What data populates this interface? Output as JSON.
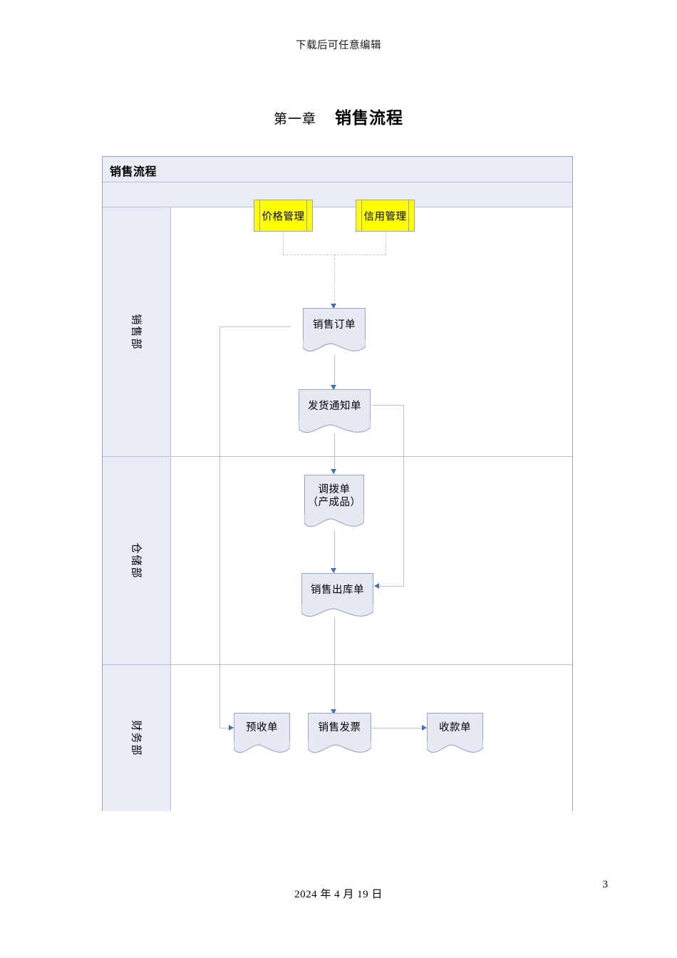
{
  "page": {
    "header_note": "下载后可任意编辑",
    "chapter_number": "第一章",
    "chapter_title": "销售流程",
    "footer_date": "2024 年 4 月 19 日",
    "page_number": "3"
  },
  "diagram": {
    "title": "销售流程",
    "colors": {
      "lane_header_bg": "#e8ecf6",
      "node_fill": "#e4e9f4",
      "node_border": "#9aa6bd",
      "highlight_fill": "#ffff00",
      "connector": "#b7c0d4",
      "arrow": "#4472a8",
      "table_border": "#9aa3b5"
    },
    "lanes": [
      {
        "label": "销售部"
      },
      {
        "label": "仓储部"
      },
      {
        "label": "财务部"
      }
    ],
    "nodes": [
      {
        "id": "price",
        "label": "价格管理",
        "shape": "predefined-process",
        "lane": "销售部"
      },
      {
        "id": "credit",
        "label": "信用管理",
        "shape": "predefined-process",
        "lane": "销售部"
      },
      {
        "id": "order",
        "label": "销售订单",
        "shape": "document",
        "lane": "销售部"
      },
      {
        "id": "delivery",
        "label": "发货通知单",
        "shape": "document",
        "lane": "销售部"
      },
      {
        "id": "transfer1",
        "label": "调拨单",
        "shape": "document",
        "lane": "仓储部"
      },
      {
        "id": "transfer2",
        "label": "（产成品）",
        "shape": "document",
        "lane": "仓储部"
      },
      {
        "id": "outbound",
        "label": "销售出库单",
        "shape": "document",
        "lane": "仓储部"
      },
      {
        "id": "prepay",
        "label": "预收单",
        "shape": "document",
        "lane": "财务部"
      },
      {
        "id": "invoice",
        "label": "销售发票",
        "shape": "document",
        "lane": "财务部"
      },
      {
        "id": "receipt",
        "label": "收款单",
        "shape": "document",
        "lane": "财务部"
      }
    ],
    "edges": [
      {
        "from": "price",
        "to": "order",
        "style": "dashed"
      },
      {
        "from": "credit",
        "to": "order",
        "style": "dashed"
      },
      {
        "from": "order",
        "to": "delivery",
        "style": "solid"
      },
      {
        "from": "order",
        "to": "prepay",
        "style": "solid"
      },
      {
        "from": "delivery",
        "to": "transfer1",
        "style": "solid"
      },
      {
        "from": "delivery",
        "to": "outbound",
        "style": "solid"
      },
      {
        "from": "transfer1",
        "to": "outbound",
        "style": "solid"
      },
      {
        "from": "outbound",
        "to": "invoice",
        "style": "solid"
      },
      {
        "from": "invoice",
        "to": "receipt",
        "style": "solid"
      }
    ]
  }
}
